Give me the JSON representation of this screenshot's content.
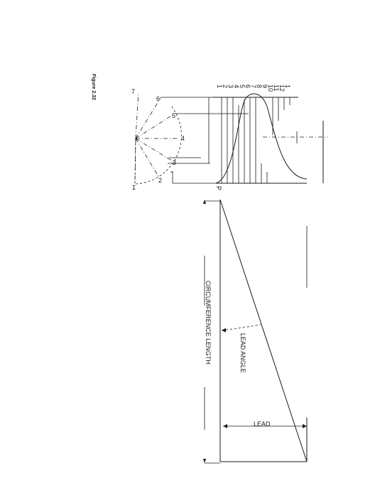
{
  "figure_label": "Figure 2.32",
  "point_numbers_circle": [
    "1",
    "2",
    "3",
    "4",
    "5",
    "6",
    "7"
  ],
  "point_numbers_top": [
    "1",
    "2",
    "3",
    "4",
    "5",
    "6",
    "7",
    "8",
    "9",
    "10",
    "11",
    "12",
    "1"
  ],
  "start_point_label": "P",
  "labels": {
    "circumference_length": "CIRCUMFERENCE LENGTH",
    "lead_angle": "LEAD ANGLE",
    "lead": "LEAD"
  }
}
